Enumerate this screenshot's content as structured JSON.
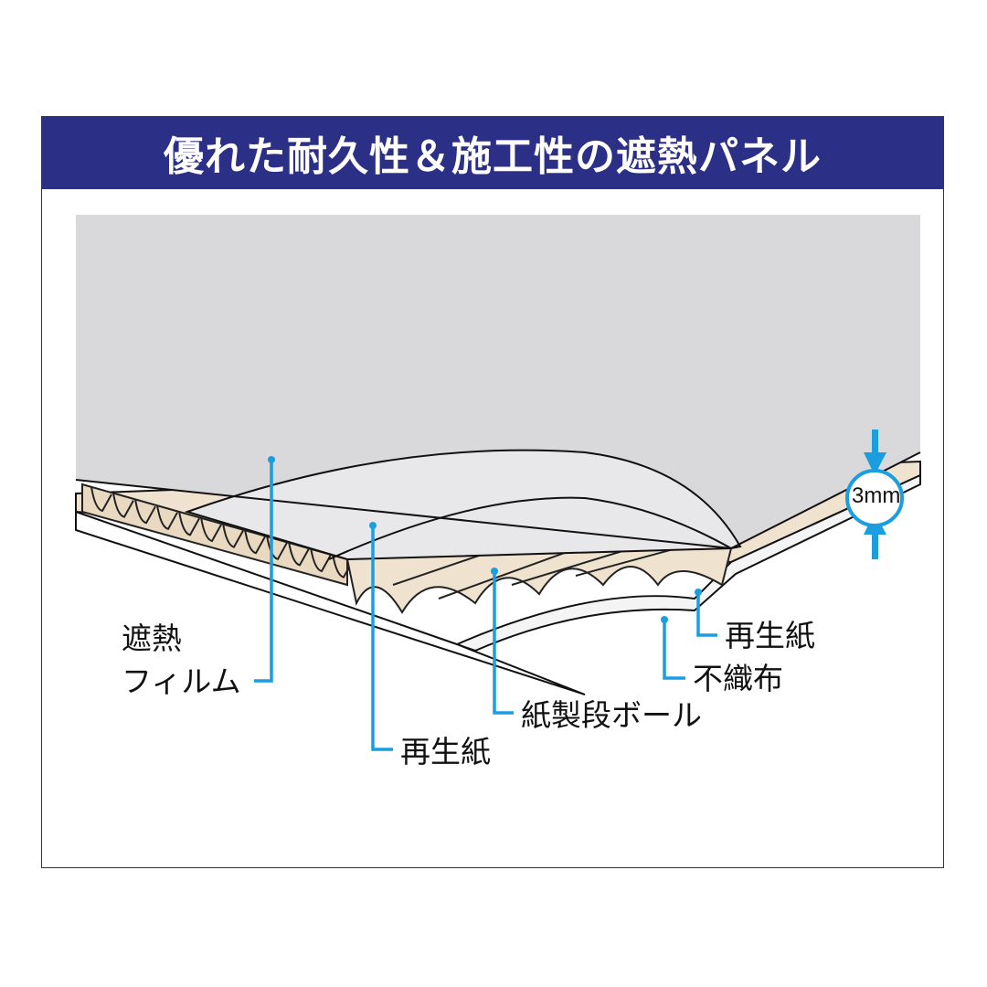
{
  "title": "優れた耐久性＆施工性の遮熱パネル",
  "thickness": "3mm",
  "labels": {
    "film_1": "遮熱",
    "film_2": "フィルム",
    "recycled_paper_lower": "再生紙",
    "cardboard": "紙製段ボール",
    "nonwoven": "不織布",
    "recycled_paper_upper": "再生紙"
  },
  "colors": {
    "header": "#2b2f86",
    "leader": "#1a9ee0",
    "panel": "#d9d9db",
    "core": "#efe2cf"
  }
}
